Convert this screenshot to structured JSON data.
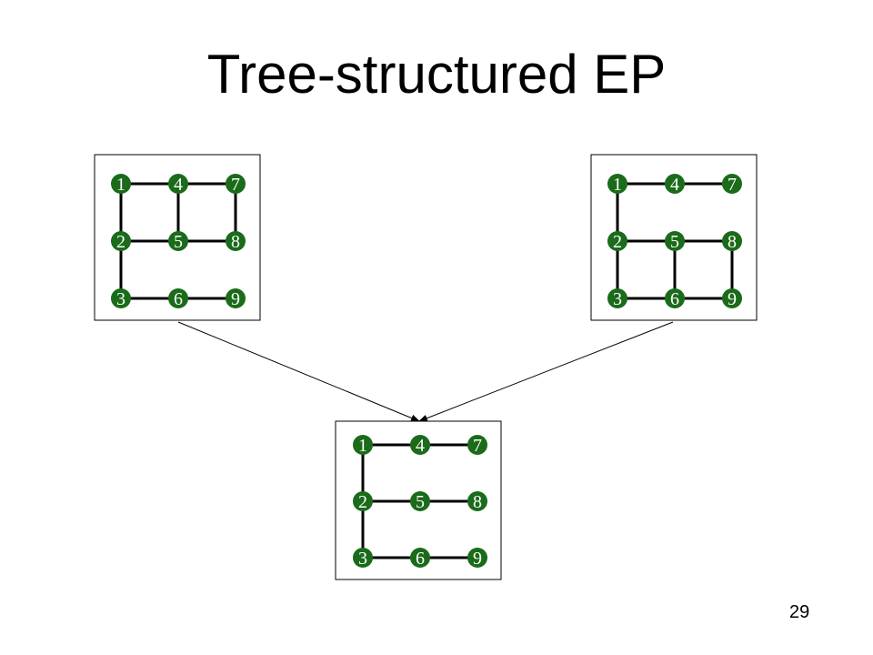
{
  "slide": {
    "title": "Tree-structured EP",
    "page_number": "29"
  },
  "colors": {
    "node_fill": "#1a6b1a",
    "node_text": "#ffffff",
    "edge": "#000000",
    "box_border": "#000000"
  },
  "graphs": [
    {
      "id": "top-left",
      "nodes": [
        "1",
        "2",
        "3",
        "4",
        "5",
        "6",
        "7",
        "8",
        "9"
      ],
      "edges": [
        [
          "1",
          "4"
        ],
        [
          "4",
          "7"
        ],
        [
          "1",
          "2"
        ],
        [
          "4",
          "5"
        ],
        [
          "7",
          "8"
        ],
        [
          "2",
          "5"
        ],
        [
          "5",
          "8"
        ],
        [
          "2",
          "3"
        ],
        [
          "3",
          "6"
        ],
        [
          "6",
          "9"
        ]
      ]
    },
    {
      "id": "top-right",
      "nodes": [
        "1",
        "2",
        "3",
        "4",
        "5",
        "6",
        "7",
        "8",
        "9"
      ],
      "edges": [
        [
          "1",
          "4"
        ],
        [
          "4",
          "7"
        ],
        [
          "1",
          "2"
        ],
        [
          "2",
          "5"
        ],
        [
          "5",
          "8"
        ],
        [
          "2",
          "3"
        ],
        [
          "5",
          "6"
        ],
        [
          "8",
          "9"
        ],
        [
          "3",
          "6"
        ],
        [
          "6",
          "9"
        ]
      ]
    },
    {
      "id": "bottom",
      "nodes": [
        "1",
        "2",
        "3",
        "4",
        "5",
        "6",
        "7",
        "8",
        "9"
      ],
      "edges": [
        [
          "1",
          "4"
        ],
        [
          "4",
          "7"
        ],
        [
          "1",
          "2"
        ],
        [
          "2",
          "5"
        ],
        [
          "5",
          "8"
        ],
        [
          "2",
          "3"
        ],
        [
          "3",
          "6"
        ],
        [
          "6",
          "9"
        ]
      ]
    }
  ],
  "arrows": [
    {
      "from": "top-left",
      "to": "bottom"
    },
    {
      "from": "top-right",
      "to": "bottom"
    }
  ]
}
